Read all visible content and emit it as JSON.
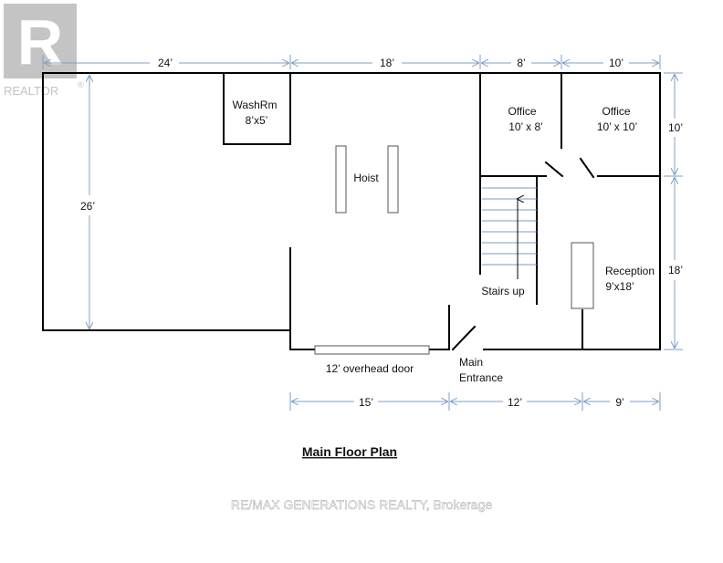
{
  "branding": {
    "realtor_label": "REALTOR",
    "registered_mark": "®",
    "watermark": "RE/MAX GENERATIONS REALTY, Brokerage"
  },
  "plan": {
    "title": "Main Floor Plan",
    "rooms": {
      "washroom_name": "WashRm",
      "washroom_size": "8’x5’",
      "hoist": "Hoist",
      "office1_name": "Office",
      "office1_size": "10’ x 8’",
      "office2_name": "Office",
      "office2_size": "10’ x 10’",
      "reception_name": "Reception",
      "reception_size": "9’x18’",
      "stairs": "Stairs up",
      "entrance_line1": "Main",
      "entrance_line2": "Entrance",
      "overhead_door": "12’ overhead door"
    },
    "dimensions": {
      "top": [
        "24’",
        "18’",
        "8’",
        "10’"
      ],
      "left": "26’",
      "right": [
        "10’",
        "18’"
      ],
      "bottom": [
        "15’",
        "12’",
        "9’"
      ]
    }
  }
}
